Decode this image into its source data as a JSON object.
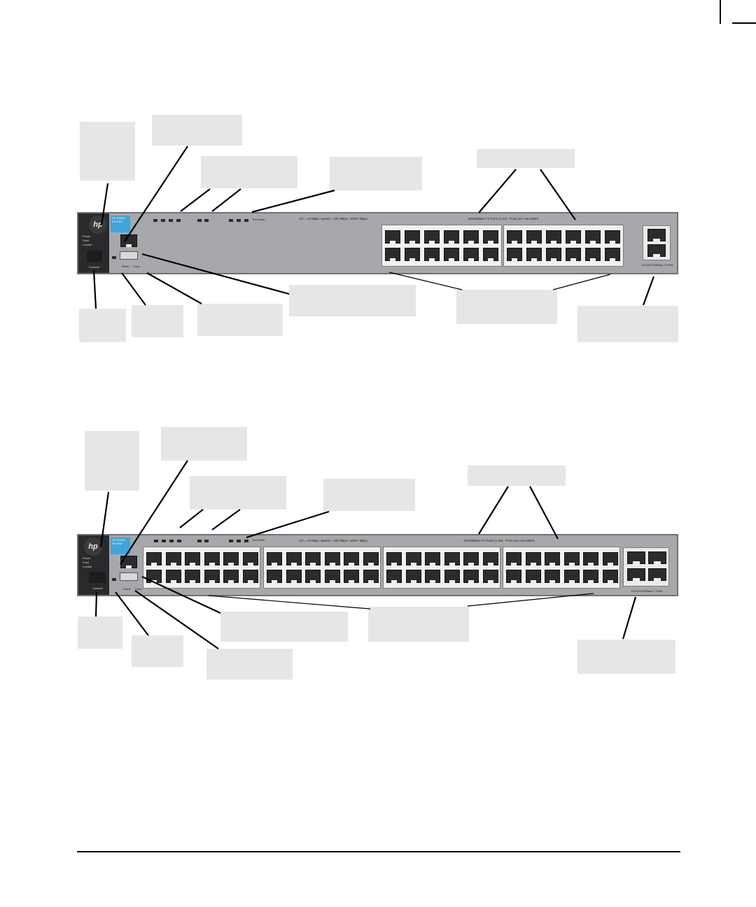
{
  "crop_marks": {
    "present": true
  },
  "figure1": {
    "model_label": "HP E2620-24-PoE+",
    "port_group_label": "10/100Base-TX Ports (1-24) - Ports are Auto-MDIX",
    "uplink_label": "10/100/1000Base-T Ports",
    "mode_legend": [
      "Act = 10 Mbps",
      "Speed = 100 Mbps",
      "= 1000+ Mbps"
    ],
    "power_label": "Power",
    "fault_label": "Fault",
    "locator_label": "Locator",
    "console_label": "Console",
    "reset_label": "Reset",
    "clear_label": "Clear",
    "mode_label": "Test Mode"
  },
  "figure2": {
    "model_label": "HP E2620-48-PoE+",
    "port_group_label": "10/100Base-TX Ports (1-48) - Ports are Auto-MDIX",
    "uplink_label": "10/100/1000Base-T Ports",
    "mode_legend": [
      "Act = 10 Mbps",
      "Speed = 100 Mbps",
      "= 1000+ Mbps"
    ],
    "power_label": "Power",
    "fault_label": "Fault",
    "locator_label": "Locator",
    "console_label": "Console",
    "reset_label": "Reset",
    "clear_label": "Clear",
    "mode_label": "Test Mode"
  },
  "colors": {
    "callout_fill": "#e6e6e7",
    "chassis": "#a7a8ab",
    "badge": "#3fa5dc",
    "port": "#2b2b2d"
  }
}
